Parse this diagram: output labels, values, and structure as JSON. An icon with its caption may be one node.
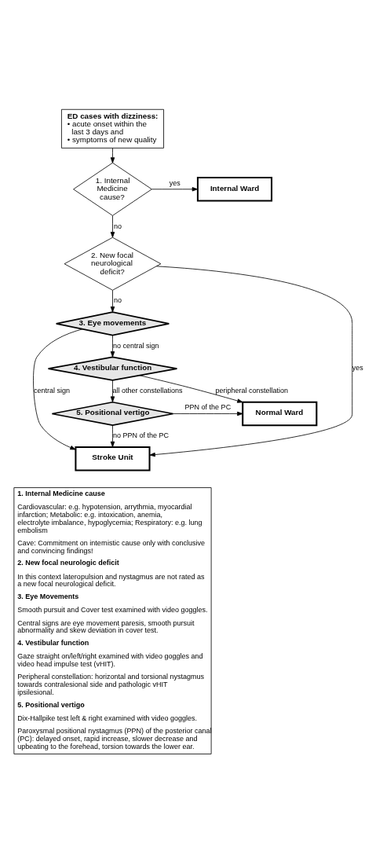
{
  "diagram": {
    "nodes": [
      {
        "text": [
          "ED cases with dizziness:",
          "• acute onset within the last 3 days and",
          "• symptoms of new quality"
        ]
      },
      {
        "text": [
          "1. Internal Medicine cause?"
        ]
      },
      {
        "text": [
          "Internal Ward"
        ]
      },
      {
        "text": [
          "2. New focal neurological deficit?"
        ]
      },
      {
        "text": [
          "3. Eye movements"
        ]
      },
      {
        "text": [
          "4. Vestibular function"
        ]
      },
      {
        "text": [
          "Normal Ward"
        ]
      },
      {
        "text": [
          "5. Positional vertigo"
        ]
      },
      {
        "text": [
          "Stroke Unit"
        ]
      }
    ],
    "edges": [
      {
        "from": 0,
        "to": 1,
        "arrow": "to"
      },
      {
        "from": 1,
        "to": 2,
        "arrow": "to",
        "label": "yes"
      },
      {
        "from": 1,
        "to": 3,
        "arrow": "to",
        "label": "no"
      },
      {
        "from": 3,
        "to": 8,
        "arrow": "to",
        "label": "yes"
      },
      {
        "from": 3,
        "to": 4,
        "arrow": "to",
        "label": "no"
      },
      {
        "from": 4,
        "to": 8,
        "arrow": "to",
        "label": "central sign"
      },
      {
        "from": 4,
        "to": 5,
        "arrow": "to",
        "label": "no central sign"
      },
      {
        "from": 5,
        "to": 6,
        "arrow": "to",
        "label": "peripheral constellation"
      },
      {
        "from": 5,
        "to": 7,
        "arrow": "to",
        "label": "all other constellations"
      },
      {
        "from": 7,
        "to": 6,
        "arrow": "to",
        "label": "PPN of the PC"
      },
      {
        "from": 7,
        "to": 8,
        "arrow": "to",
        "label": "no PPN of the PC"
      }
    ],
    "labels": [
      "1. Internal Medicine cause",
      "Cardiovascular: e.g. hypotension, arrythmia, myocardial infarction; Metabolic: e.g. intoxication, anemia, electrolyte imbalance, hypoglycemia; Respiratory: e.g. lung embolism",
      "Cave: Commitment on internistic cause only with conclusive and convincing findings!",
      "2. New focal neurologic deficit",
      "In this context lateropulsion and nystagmus are not rated as a new focal neurological deficit.",
      "3. Eye Movements",
      "Smooth pursuit and Cover test examined with video goggles.",
      "Central signs are eye movement paresis, smooth pursuit abnormality and skew deviation in cover test.",
      "4. Vestibular function",
      "Gaze straight on/left/right examined with video goggles and video head impulse test (vHIT).",
      "Peripheral constellation: horizontal and torsional nystagmus towards contralesional side and pathologic vHIT ipsilesional.",
      "5. Positional vertigo",
      "Dix-Hallpike test left & right examined with video goggles.",
      "Paroxysmal positional nystagmus (PPN) of the posterior canal (PC): delayed onset, rapid increase, slower decrease and upbeating to the forehead, torsion towards the lower ear."
    ]
  }
}
